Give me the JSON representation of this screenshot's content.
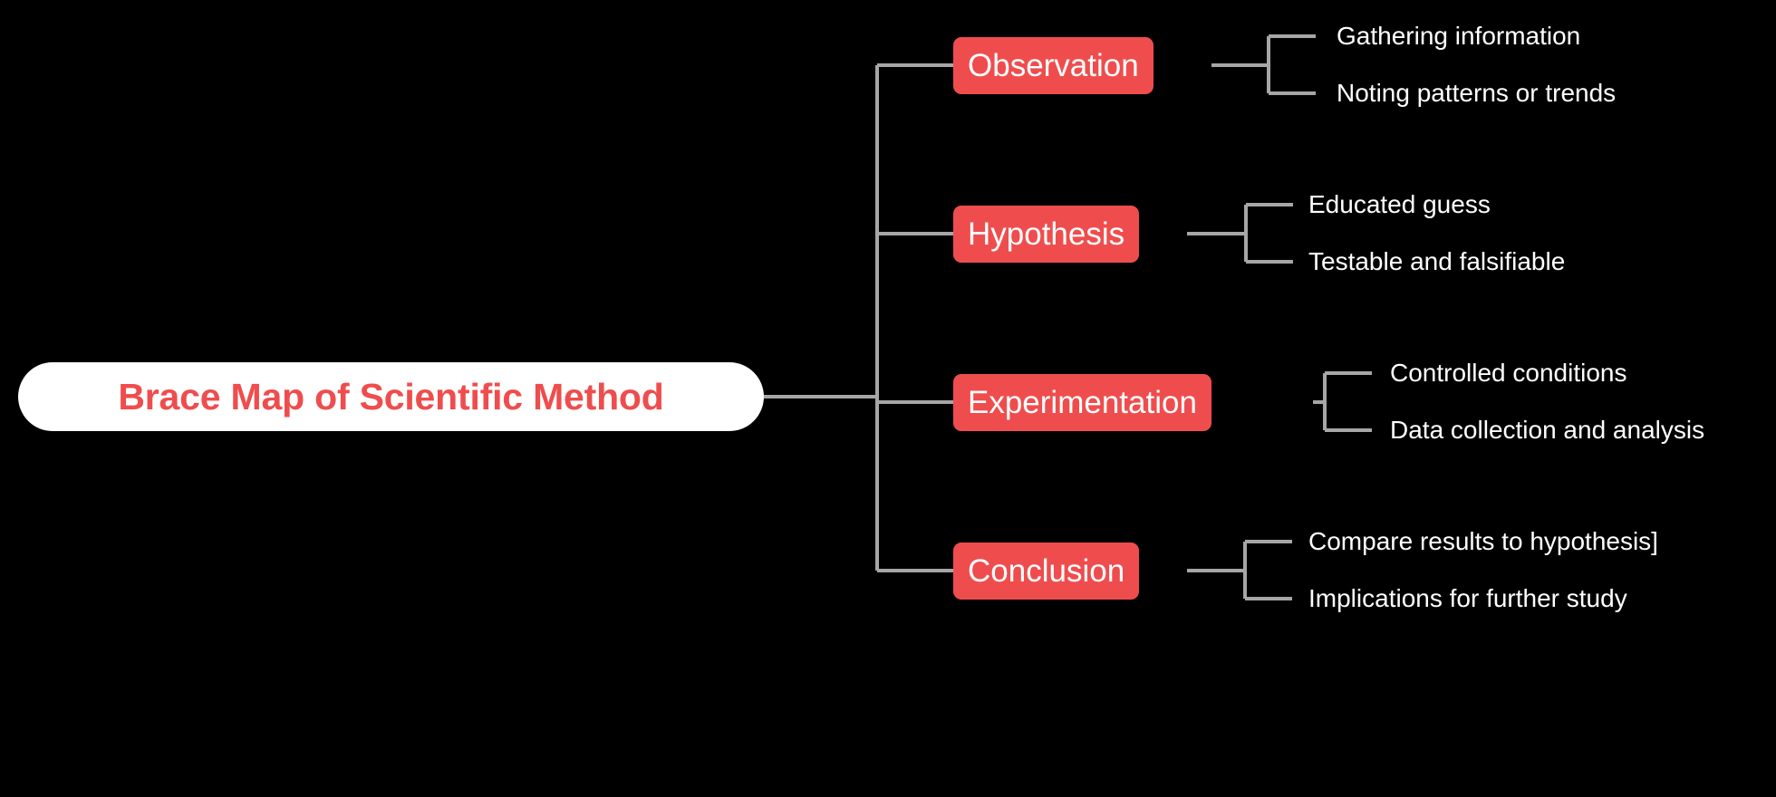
{
  "diagram": {
    "type": "brace-map",
    "background_color": "#000000",
    "accent_color": "#ef4d4d",
    "connector_color": "#a6a6a6",
    "root": {
      "label": "Brace Map of Scientific Method",
      "text_color": "#ef4d4d",
      "background_color": "#ffffff"
    },
    "branches": [
      {
        "label": "Observation",
        "children": [
          "Gathering information",
          "Noting patterns or trends"
        ]
      },
      {
        "label": "Hypothesis",
        "children": [
          "Educated guess",
          "Testable and falsifiable"
        ]
      },
      {
        "label": "Experimentation",
        "children": [
          "Controlled conditions",
          "Data collection and analysis"
        ]
      },
      {
        "label": "Conclusion",
        "children": [
          "Compare results to hypothesis]",
          "Implications for further study"
        ]
      }
    ]
  }
}
